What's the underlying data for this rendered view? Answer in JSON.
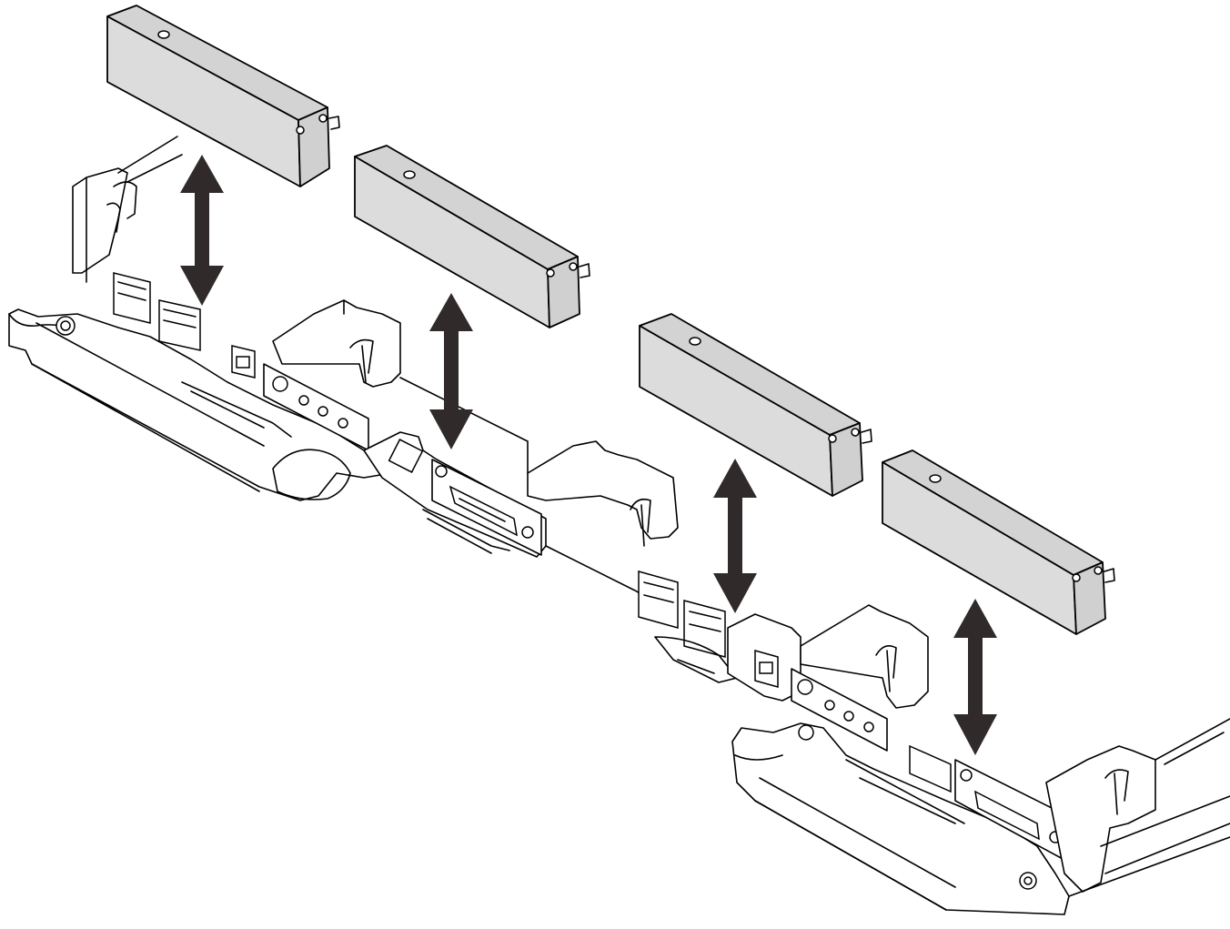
{
  "figure": {
    "blanks": [
      {
        "id": "blank-1"
      },
      {
        "id": "blank-2"
      },
      {
        "id": "blank-3"
      },
      {
        "id": "blank-4"
      }
    ],
    "arrows": [
      "arrow-1",
      "arrow-2",
      "arrow-3",
      "arrow-4"
    ],
    "colors": {
      "blank_fill": "#d3d3d3",
      "arrow_fill": "#312a2a",
      "line": "#000000",
      "background": "#ffffff"
    },
    "icons": [
      "double-headed-vertical-arrow",
      "filler-blank",
      "node-tray"
    ]
  }
}
